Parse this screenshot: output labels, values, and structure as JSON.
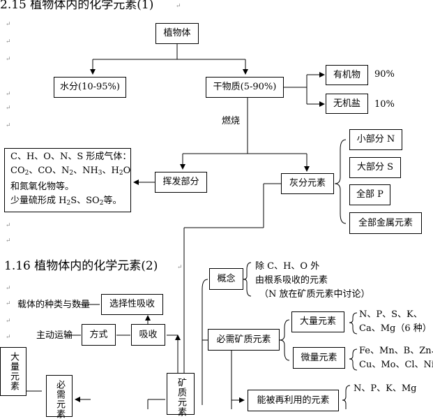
{
  "section1": {
    "title": "2.15 植物体内的化学元素(1)",
    "root": "植物体",
    "water": "水分(10-95%)",
    "dry": "干物质(5-90%)",
    "organic": "有机物",
    "organic_pct": "90%",
    "inorganic": "无机盐",
    "inorganic_pct": "10%",
    "burn": "燃烧",
    "volatile": "挥发部分",
    "ash": "灰分元素",
    "gas_text": {
      "line1": "C、H、O、N、S 形成气体：",
      "line2": "CO2、CO、N2、NH3、H2O",
      "line3": "和氮氧化物等。",
      "line4": "少量硫形成 H2S、SO2等。"
    },
    "ash_items": [
      "小部分 N",
      "大部分 S",
      "全部 P",
      "全部金属元素"
    ]
  },
  "section2": {
    "title": "1.16 植物体内的化学元素(2)",
    "concept": "概念",
    "concept_lines": [
      "除 C、H、O 外",
      "由根系吸收的元素",
      "（N 放在矿质元素中讨论）"
    ],
    "selective": "选择性吸收",
    "carrier": "载体的种类与数量",
    "method": "方式",
    "active": "主动运输",
    "absorb": "吸收",
    "essential": "必需矿质元素",
    "macro": "大量元素",
    "macro_items": [
      "N、P、S、K、",
      "Ca、Mg（6 种）"
    ],
    "micro": "微量元素",
    "micro_items": [
      "Fe、Mn、B、Zn、",
      "Cu、Mo、Cl、Ni"
    ],
    "reusable": "能被再利用的元素",
    "reusable_items": "N、P、K、Mg",
    "left_vertical": "大量元素",
    "mid_vertical": "必需元素",
    "mineral_vertical": "矿质元素"
  }
}
